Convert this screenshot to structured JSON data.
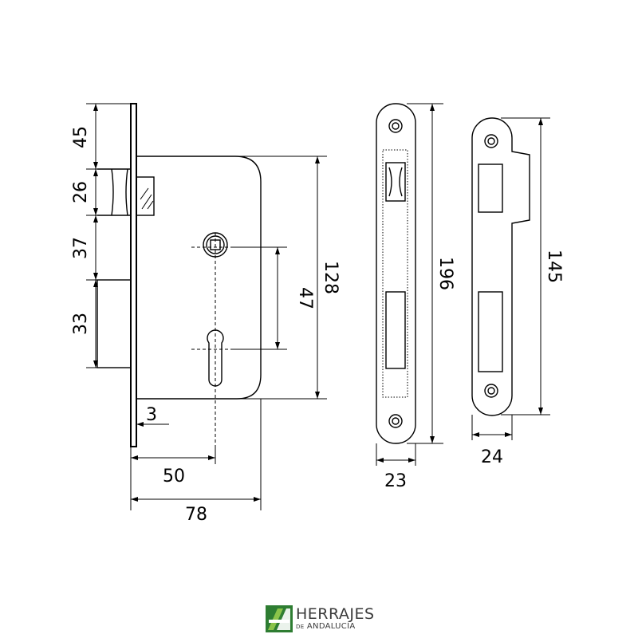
{
  "dimensions": {
    "d45": "45",
    "d26": "26",
    "d37": "37",
    "d33": "33",
    "d3": "3",
    "d50": "50",
    "d78": "78",
    "d47": "47",
    "d128": "128",
    "d196": "196",
    "d23": "23",
    "d145": "145",
    "d24": "24"
  },
  "logo": {
    "line1": "HERRAJES",
    "line2_prefix": "DE",
    "line2": "ANDALUCÍA",
    "colors": {
      "dark_green": "#2e7d32",
      "light_green": "#8bc34a",
      "text": "#3a3a3a"
    }
  }
}
